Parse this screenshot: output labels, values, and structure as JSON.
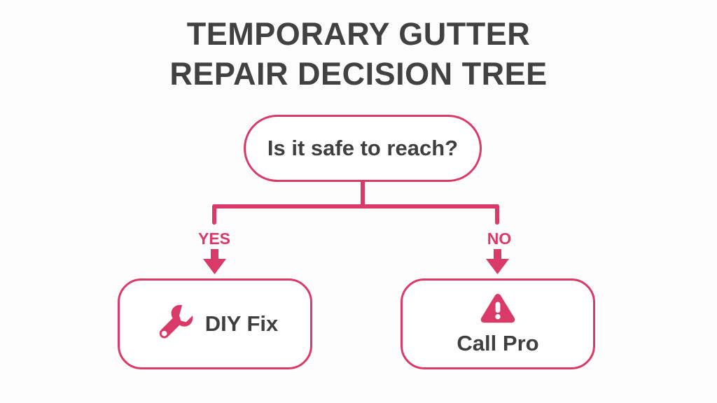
{
  "title": {
    "line1": "TEMPORARY GUTTER",
    "line2": "REPAIR DECISION TREE"
  },
  "colors": {
    "accent": "#d93a68",
    "text": "#3f3f3f",
    "title_text": "#414141",
    "background": "#fcfcfc",
    "node_fill": "#ffffff"
  },
  "decision": {
    "question": "Is it safe to reach?"
  },
  "branches": [
    {
      "label": "YES",
      "target": "DIY Fix"
    },
    {
      "label": "NO",
      "target": "Call Pro"
    }
  ],
  "outcomes": [
    {
      "label": "DIY Fix",
      "icon": "wrench-icon",
      "layout": "horizontal"
    },
    {
      "label": "Call Pro",
      "icon": "warning-triangle-icon",
      "layout": "vertical"
    }
  ],
  "chart_data": {
    "type": "diagram",
    "diagram_type": "decision-tree",
    "title": "TEMPORARY GUTTER REPAIR DECISION TREE",
    "nodes": [
      {
        "id": "q1",
        "text": "Is it safe to reach?",
        "shape": "rounded-rect",
        "role": "decision"
      },
      {
        "id": "yes-outcome",
        "text": "DIY Fix",
        "shape": "rounded-rect",
        "role": "outcome",
        "icon": "wrench-icon"
      },
      {
        "id": "no-outcome",
        "text": "Call Pro",
        "shape": "rounded-rect",
        "role": "outcome",
        "icon": "warning-triangle-icon"
      }
    ],
    "edges": [
      {
        "from": "q1",
        "to": "yes-outcome",
        "label": "YES"
      },
      {
        "from": "q1",
        "to": "no-outcome",
        "label": "NO"
      }
    ]
  }
}
